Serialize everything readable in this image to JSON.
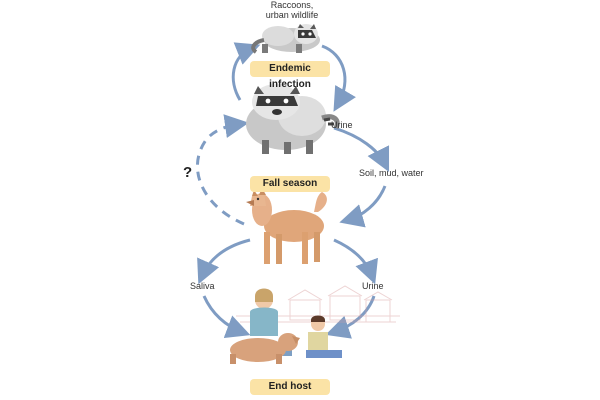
{
  "top_caption": {
    "line1": "Raccoons,",
    "line2": "urban wildlife"
  },
  "stages": {
    "endemic": "Endemic infection",
    "fall": "Fall season",
    "end_host": "End host"
  },
  "labels": {
    "urine_upper": "Urine",
    "soil": "Soil, mud, water",
    "unknown": "?",
    "saliva": "Saliva",
    "urine_lower": "Urine"
  },
  "colors": {
    "arrow": "#7f9cc3",
    "pill": "#fbe3a6"
  }
}
